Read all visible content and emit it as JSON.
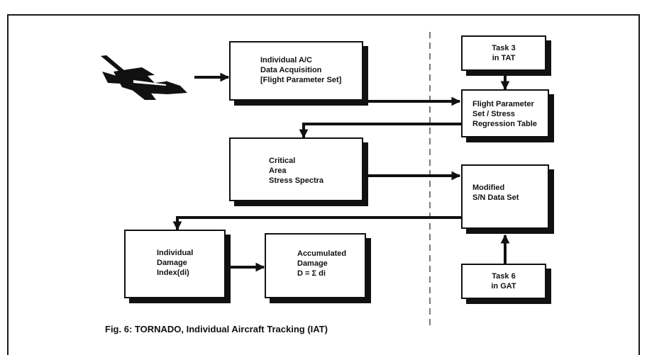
{
  "diagram": {
    "caption": "Fig. 6: TORNADO, Individual Aircraft Tracking (IAT)",
    "boxes": {
      "data_acquisition": "Individual A/C\nData Acquisition\n[Flight Parameter Set]",
      "task3": "Task 3\nin TAT",
      "flight_parameter_table": "Flight Parameter\nSet / Stress\nRegression Table",
      "critical_area": "Critical\nArea\nStress Spectra",
      "modified_sn": "Modified\nS/N Data Set",
      "individual_damage": "Individual\nDamage\nIndex(di)",
      "accumulated_damage": "Accumulated\nDamage\nD = Σ di",
      "task6": "Task 6\nin GAT"
    },
    "aircraft_icon": "tornado-jet-icon"
  }
}
